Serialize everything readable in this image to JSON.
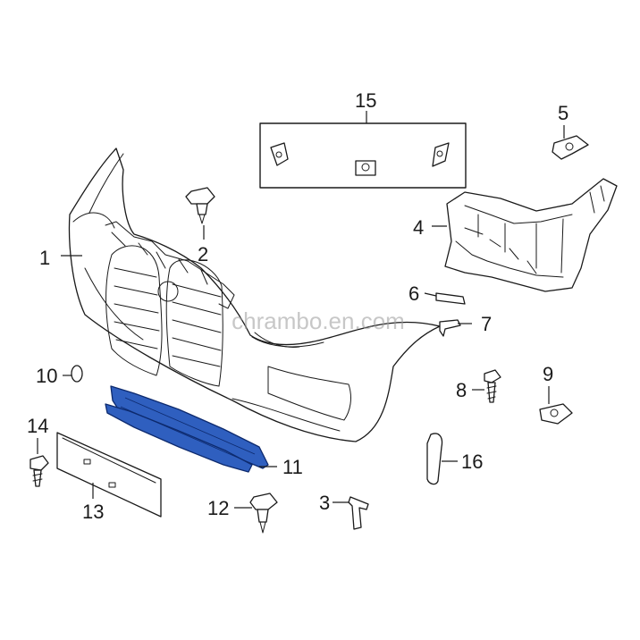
{
  "diagram": {
    "watermark": "chrambo.en.com",
    "highlight_color": "#2f5fbf",
    "callouts": [
      "1",
      "2",
      "3",
      "4",
      "5",
      "6",
      "7",
      "8",
      "9",
      "10",
      "11",
      "12",
      "13",
      "14",
      "15",
      "16"
    ]
  }
}
